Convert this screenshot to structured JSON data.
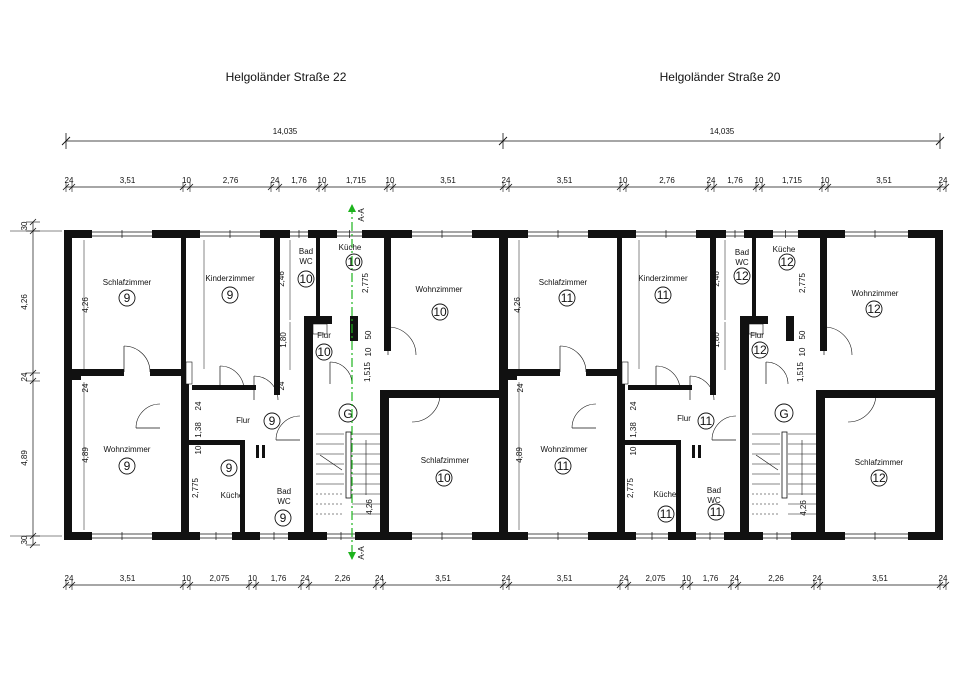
{
  "buildings": [
    {
      "title": "Helgoländer Straße 22"
    },
    {
      "title": "Helgoländer Straße 20"
    }
  ],
  "overall_dims": [
    "14,035",
    "14,035"
  ],
  "top_dims": [
    "24",
    "3,51",
    "10",
    "2,76",
    "24",
    "1,76",
    "10",
    "1,715",
    "10",
    "3,51",
    "24",
    "3,51",
    "10",
    "2,76",
    "24",
    "1,76",
    "10",
    "1,715",
    "10",
    "3,51",
    "24"
  ],
  "bottom_dims": [
    "24",
    "3,51",
    "10",
    "2,075",
    "10",
    "1,76",
    "24",
    "2,26",
    "24",
    "3,51",
    "24",
    "3,51",
    "24",
    "2,075",
    "10",
    "1,76",
    "24",
    "2,26",
    "24",
    "3,51",
    "24"
  ],
  "left_dims": [
    "30",
    "4,26",
    "24",
    "4,89",
    "30"
  ],
  "section_label": "A-A",
  "rooms": [
    {
      "name": "Schlafzimmer",
      "unit": "9"
    },
    {
      "name": "Kinderzimmer",
      "unit": "9"
    },
    {
      "name": "Bad\nWC",
      "unit": "10"
    },
    {
      "name": "Küche",
      "unit": "10"
    },
    {
      "name": "Wohnzimmer",
      "unit": "10"
    },
    {
      "name": "Flur",
      "unit": "10"
    },
    {
      "name": "Wohnzimmer",
      "unit": "9"
    },
    {
      "name": "Flur",
      "unit": "9"
    },
    {
      "name": "Küche",
      "unit": "9"
    },
    {
      "name": "Bad\nWC",
      "unit": "9"
    },
    {
      "name": "Schlafzimmer",
      "unit": "10"
    },
    {
      "name": "Schlafzimmer",
      "unit": "11"
    },
    {
      "name": "Kinderzimmer",
      "unit": "11"
    },
    {
      "name": "Bad\nWC",
      "unit": "12"
    },
    {
      "name": "Küche",
      "unit": "12"
    },
    {
      "name": "Wohnzimmer",
      "unit": "12"
    },
    {
      "name": "Flur",
      "unit": "12"
    },
    {
      "name": "Wohnzimmer",
      "unit": "11"
    },
    {
      "name": "Flur",
      "unit": "11"
    },
    {
      "name": "Küche",
      "unit": "11"
    },
    {
      "name": "Bad\nWC",
      "unit": "11"
    },
    {
      "name": "Schlafzimmer",
      "unit": "12"
    }
  ],
  "stair_labels": [
    "G",
    "G"
  ],
  "inner_dims": [
    "4,26",
    "4,89",
    "2,46",
    "2,775",
    "1,80",
    "50",
    "10",
    "1,515",
    "24",
    "24",
    "24",
    "1,38",
    "10",
    "2,775",
    "4,26",
    "4,26",
    "4,89",
    "2,46",
    "2,775",
    "1,80",
    "50",
    "10",
    "1,515",
    "24",
    "24",
    "1,38",
    "10",
    "2,775",
    "4,26"
  ]
}
